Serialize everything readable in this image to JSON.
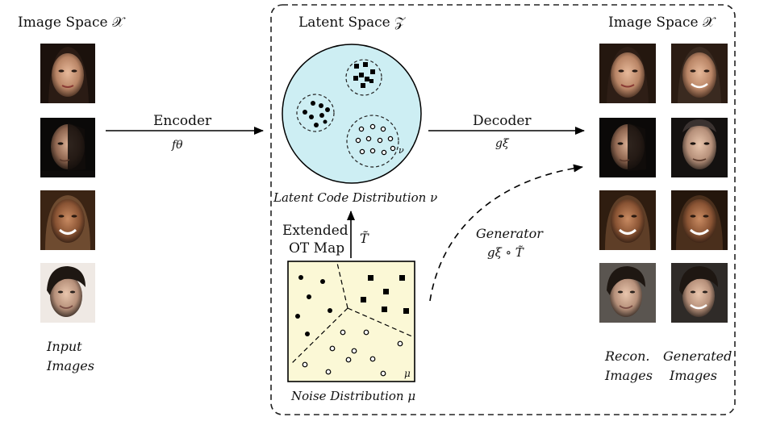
{
  "left_panel": {
    "title": "Image Space 𝒳",
    "caption_line1": "Input",
    "caption_line2": "Images"
  },
  "encoder": {
    "label": "Encoder",
    "symbol": "fθ"
  },
  "latent": {
    "title": "Latent Space 𝒵",
    "distribution_label": "Latent Code Distribution ν",
    "nu_mark": "ν"
  },
  "ot_map": {
    "line1": "Extended",
    "line2": "OT Map",
    "symbol": "T̃"
  },
  "noise": {
    "label": "Noise Distribution μ",
    "mu_mark": "μ"
  },
  "decoder": {
    "label": "Decoder",
    "symbol": "gξ"
  },
  "generator": {
    "label": "Generator",
    "symbol": "gξ ∘ T̃"
  },
  "right_panel": {
    "title": "Image Space 𝒳",
    "recon_line1": "Recon.",
    "recon_line2": "Images",
    "gen_line1": "Generated",
    "gen_line2": "Images"
  },
  "colors": {
    "latent_fill": "#cdeef3",
    "noise_fill": "#fbf8d6"
  }
}
